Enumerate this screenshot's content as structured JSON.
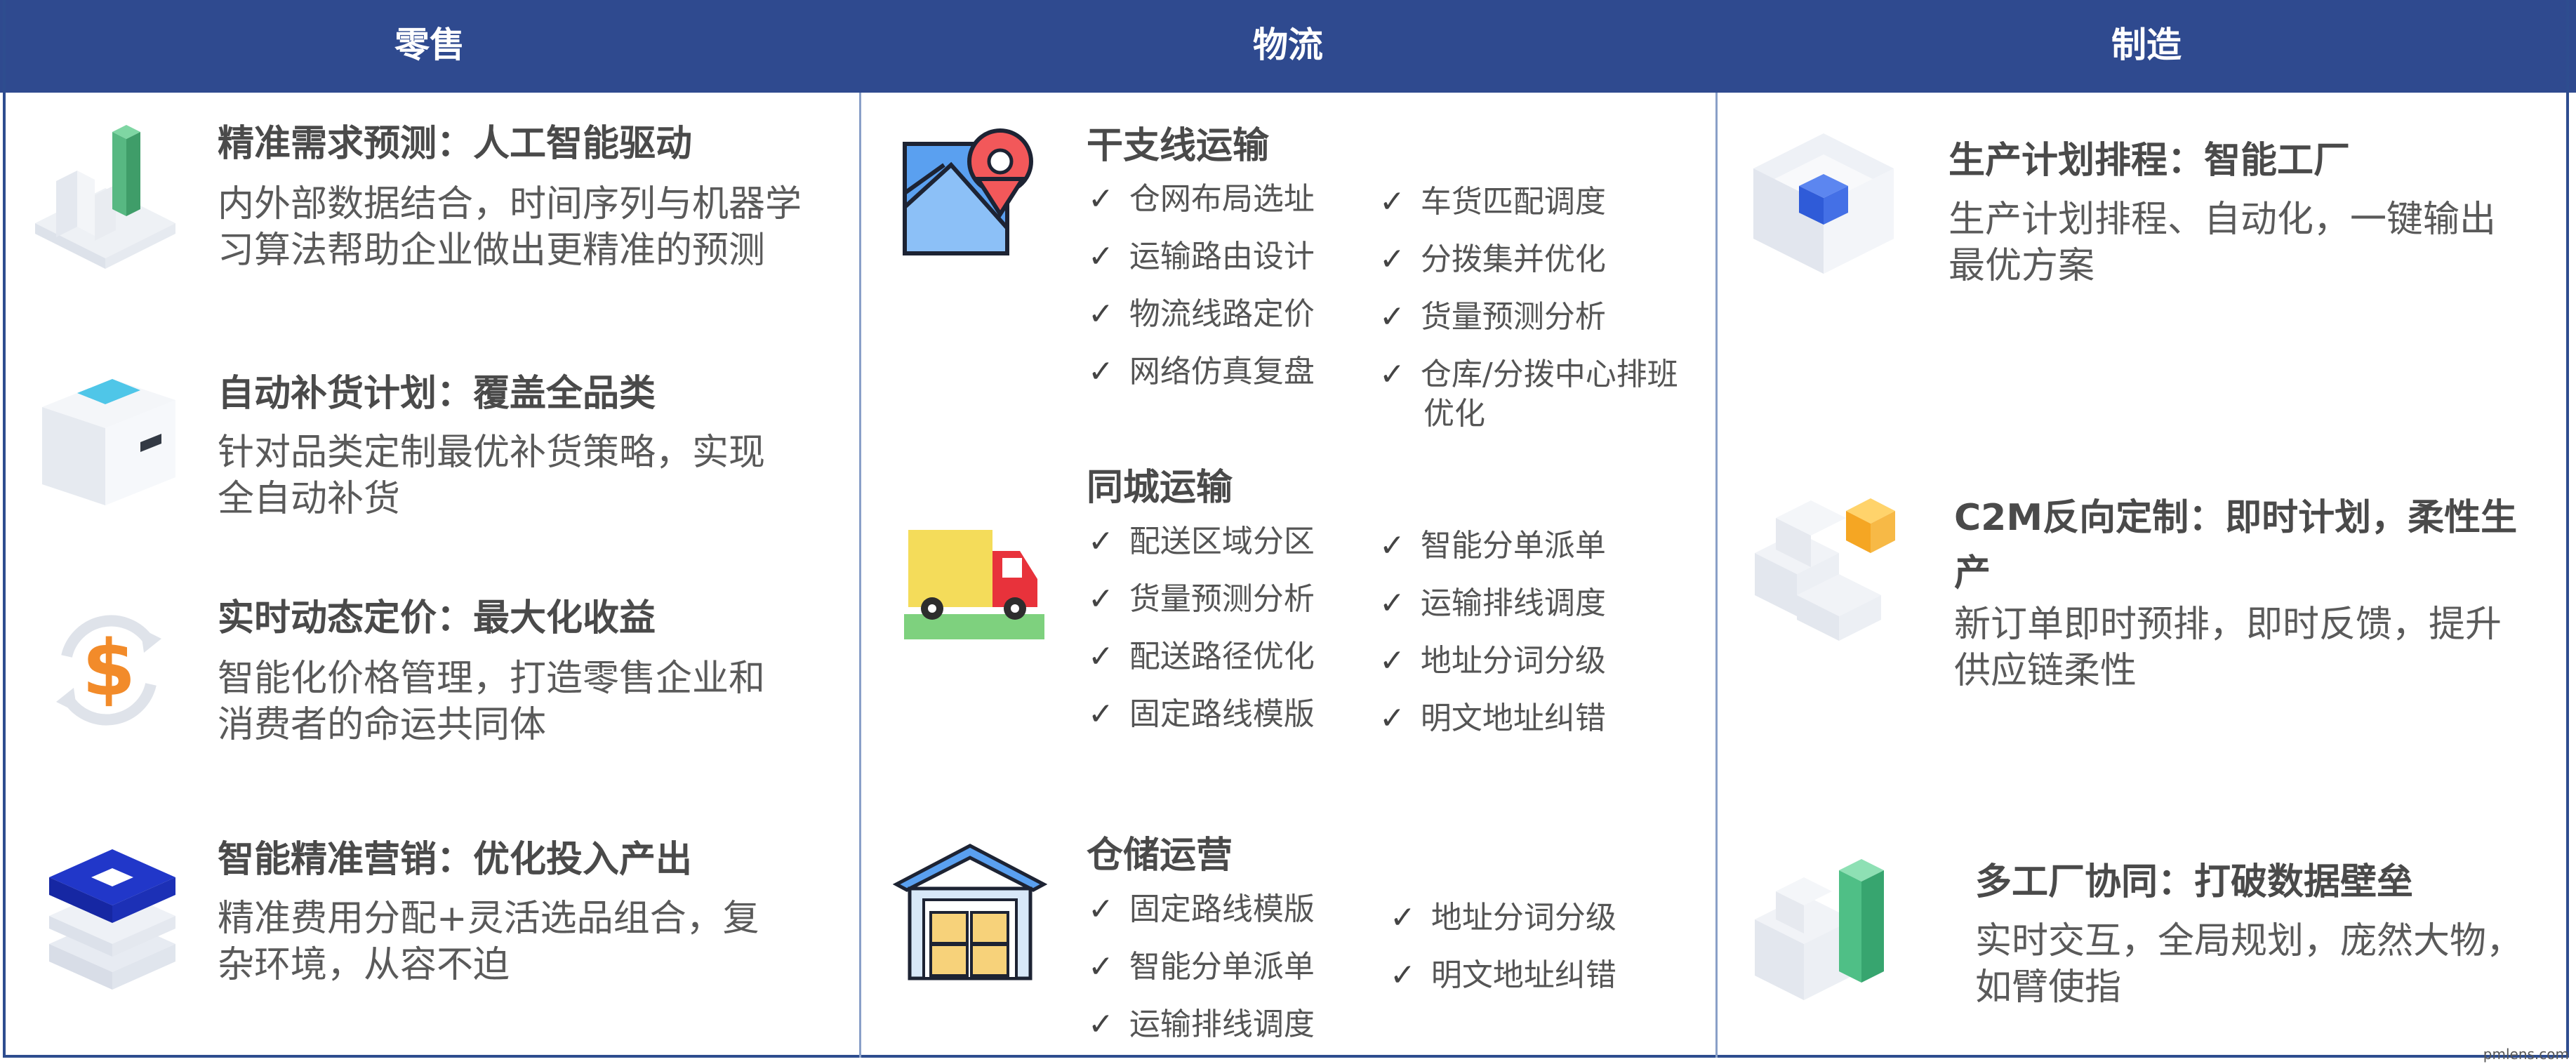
{
  "header": {
    "columns": [
      "零售",
      "物流",
      "制造"
    ]
  },
  "retail": {
    "items": [
      {
        "title": "精准需求预测：人工智能驱动",
        "desc1": "内外部数据结合，时间序列与机器学",
        "desc2": "习算法帮助企业做出更精准的预测",
        "icon": "chart-bars-icon"
      },
      {
        "title": "自动补货计划：覆盖全品类",
        "desc1": "针对品类定制最优补货策略，实现",
        "desc2": "全自动补货",
        "icon": "box-icon"
      },
      {
        "title": "实时动态定价：最大化收益",
        "desc1": "智能化价格管理，打造零售企业和",
        "desc2": "消费者的命运共同体",
        "icon": "dollar-cycle-icon"
      },
      {
        "title": "智能精准营销：优化投入产出",
        "desc1": "精准费用分配+灵活选品组合，复",
        "desc2": "杂环境，从容不迫",
        "icon": "layers-icon"
      }
    ]
  },
  "logistics": {
    "check_mark": "✓",
    "trunk": {
      "title": "干支线运输",
      "left": [
        "仓网布局选址",
        "运输路由设计",
        "物流线路定价",
        "网络仿真复盘"
      ],
      "right": [
        "车货匹配调度",
        "分拨集并优化",
        "货量预测分析",
        "仓库/分拨中心排班",
        "优化"
      ]
    },
    "city": {
      "title": "同城运输",
      "left": [
        "配送区域分区",
        "货量预测分析",
        "配送路径优化",
        "固定路线模版"
      ],
      "right": [
        "智能分单派单",
        "运输排线调度",
        "地址分词分级",
        "明文地址纠错"
      ]
    },
    "warehouse": {
      "title": "仓储运营",
      "left": [
        "固定路线模版",
        "智能分单派单",
        "运输排线调度"
      ],
      "right": [
        "地址分词分级",
        "明文地址纠错"
      ]
    }
  },
  "manufacturing": {
    "items": [
      {
        "title": "生产计划排程：智能工厂",
        "desc1": "生产计划排程、自动化，一键输出",
        "desc2": "最优方案",
        "icon": "cube-icon"
      },
      {
        "title1": "C2M反向定制：即时计划，柔性生",
        "title2": "产",
        "desc1": "新订单即时预排，即时反馈，提升",
        "desc2": "供应链柔性",
        "icon": "cubes-icon"
      },
      {
        "title": "多工厂协同：打破数据壁垒",
        "desc1": "实时交互，全局规划，庞然大物，",
        "desc2": "如臂使指",
        "icon": "factory-blocks-icon"
      }
    ]
  },
  "watermark": "pmlens.com"
}
